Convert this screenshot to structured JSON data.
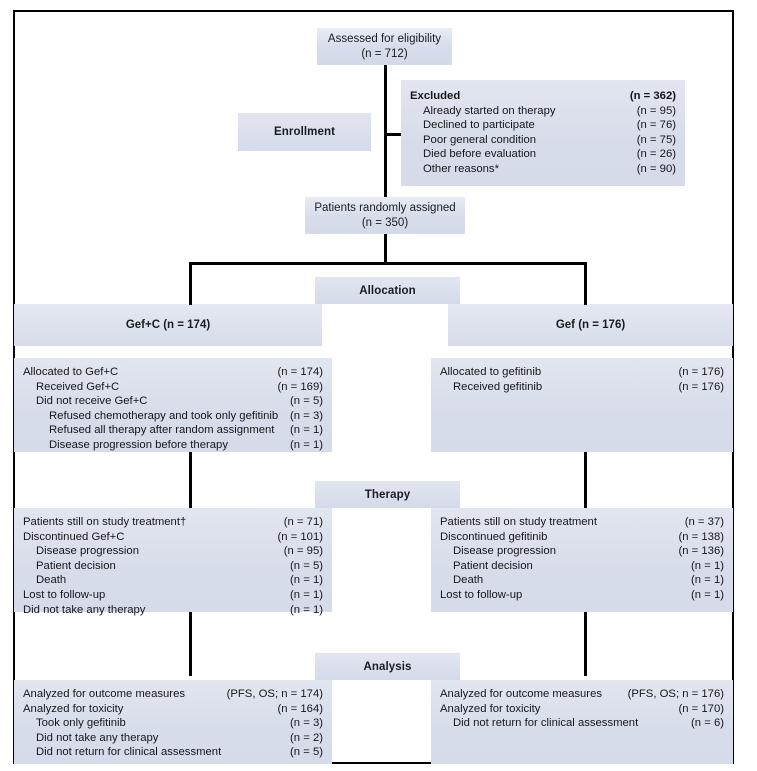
{
  "diagram": {
    "title": "CONSORT patient flow diagram",
    "accent_color": "#dde2ee",
    "line_color": "#000000"
  },
  "stages": {
    "enrollment": "Enrollment",
    "allocation": "Allocation",
    "therapy": "Therapy",
    "analysis": "Analysis"
  },
  "assessed": {
    "line1": "Assessed for eligibility",
    "line2": "(n = 712)"
  },
  "randomized": {
    "line1": "Patients randomly assigned",
    "line2": "(n = 350)"
  },
  "excluded": {
    "header_label": "Excluded",
    "header_value": "(n = 362)",
    "items": [
      {
        "label": "Already started on therapy",
        "value": "(n = 95)"
      },
      {
        "label": "Declined to participate",
        "value": "(n = 76)"
      },
      {
        "label": "Poor general condition",
        "value": "(n = 75)"
      },
      {
        "label": "Died before evaluation",
        "value": "(n = 26)"
      },
      {
        "label": "Other reasons*",
        "value": "(n = 90)"
      }
    ]
  },
  "arms": {
    "left_label": "Gef+C (n = 174)",
    "right_label": "Gef (n = 176)"
  },
  "allocation_left": {
    "rows": [
      {
        "label": "Allocated to Gef+C",
        "value": "(n = 174)",
        "indent": 0
      },
      {
        "label": "Received Gef+C",
        "value": "(n = 169)",
        "indent": 1
      },
      {
        "label": "Did not receive Gef+C",
        "value": "(n = 5)",
        "indent": 1
      },
      {
        "label": "Refused chemotherapy and took only gefitinib",
        "value": "(n = 3)",
        "indent": 2
      },
      {
        "label": "Refused all therapy after random assignment",
        "value": "(n = 1)",
        "indent": 2
      },
      {
        "label": "Disease progression before therapy",
        "value": "(n = 1)",
        "indent": 2
      }
    ]
  },
  "allocation_right": {
    "rows": [
      {
        "label": "Allocated to gefitinib",
        "value": "(n = 176)",
        "indent": 0
      },
      {
        "label": "Received gefitinib",
        "value": "(n = 176)",
        "indent": 1
      }
    ]
  },
  "therapy_left": {
    "rows": [
      {
        "label": "Patients still on study treatment†",
        "value": "(n = 71)",
        "indent": 0
      },
      {
        "label": "Discontinued Gef+C",
        "value": "(n = 101)",
        "indent": 0
      },
      {
        "label": "Disease progression",
        "value": "(n = 95)",
        "indent": 1
      },
      {
        "label": "Patient decision",
        "value": "(n = 5)",
        "indent": 1
      },
      {
        "label": "Death",
        "value": "(n = 1)",
        "indent": 1
      },
      {
        "label": "Lost to follow-up",
        "value": "(n = 1)",
        "indent": 0
      },
      {
        "label": "Did not take any therapy",
        "value": "(n = 1)",
        "indent": 0
      }
    ]
  },
  "therapy_right": {
    "rows": [
      {
        "label": "Patients still on study treatment",
        "value": "(n = 37)",
        "indent": 0
      },
      {
        "label": "Discontinued gefitinib",
        "value": "(n = 138)",
        "indent": 0
      },
      {
        "label": "Disease progression",
        "value": "(n = 136)",
        "indent": 1
      },
      {
        "label": "Patient decision",
        "value": "(n = 1)",
        "indent": 1
      },
      {
        "label": "Death",
        "value": "(n = 1)",
        "indent": 1
      },
      {
        "label": "Lost to follow-up",
        "value": "(n = 1)",
        "indent": 0
      }
    ]
  },
  "analysis_left": {
    "rows": [
      {
        "label": "Analyzed for outcome measures",
        "value": "(PFS, OS; n = 174)",
        "indent": 0
      },
      {
        "label": "Analyzed for toxicity",
        "value": "(n = 164)",
        "indent": 0
      },
      {
        "label": "Took only gefitinib",
        "value": "(n = 3)",
        "indent": 1
      },
      {
        "label": "Did not take any therapy",
        "value": "(n = 2)",
        "indent": 1
      },
      {
        "label": "Did not return for clinical assessment",
        "value": "(n = 5)",
        "indent": 1
      }
    ]
  },
  "analysis_right": {
    "rows": [
      {
        "label": "Analyzed for outcome measures",
        "value": "(PFS, OS; n = 176)",
        "indent": 0
      },
      {
        "label": "Analyzed for toxicity",
        "value": "(n = 170)",
        "indent": 0
      },
      {
        "label": "Did not return for clinical assessment",
        "value": "(n = 6)",
        "indent": 1
      }
    ]
  }
}
